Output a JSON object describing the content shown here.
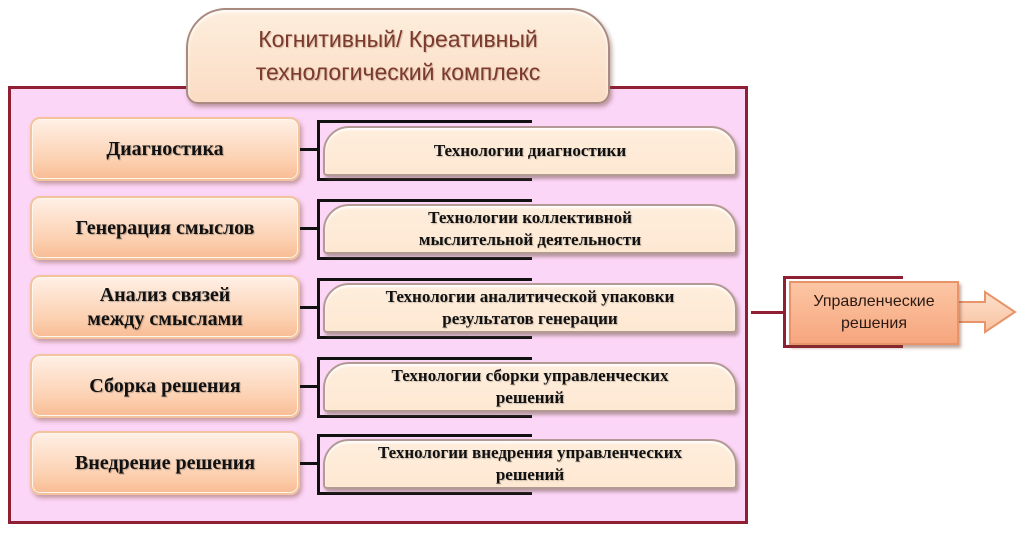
{
  "title": {
    "line1": "Когнитивный/ Креативный",
    "line2": "технологический комплекс"
  },
  "stages": [
    {
      "lines": [
        "Диагностика"
      ],
      "tech": [
        "Технологии диагностики"
      ]
    },
    {
      "lines": [
        "Генерация смыслов"
      ],
      "tech": [
        "Технологии коллективной",
        "мыслительной деятельности"
      ]
    },
    {
      "lines": [
        "Анализ связей",
        "между смыслами"
      ],
      "tech": [
        "Технологии аналитической упаковки",
        "результатов генерации"
      ]
    },
    {
      "lines": [
        "Сборка решения"
      ],
      "tech": [
        "Технологии сборки управленческих",
        "решений"
      ]
    },
    {
      "lines": [
        "Внедрение решения"
      ],
      "tech": [
        "Технологии внедрения управленческих",
        "решений"
      ]
    }
  ],
  "result": {
    "line1": "Управленческие",
    "line2": "решения"
  },
  "colors": {
    "frame_border": "#8f1f33",
    "frame_fill": "#fcd6f7",
    "stage_fill": "#fcd0b0",
    "tech_fill": "#ffeedd",
    "result_fill": "#f6a67e"
  }
}
